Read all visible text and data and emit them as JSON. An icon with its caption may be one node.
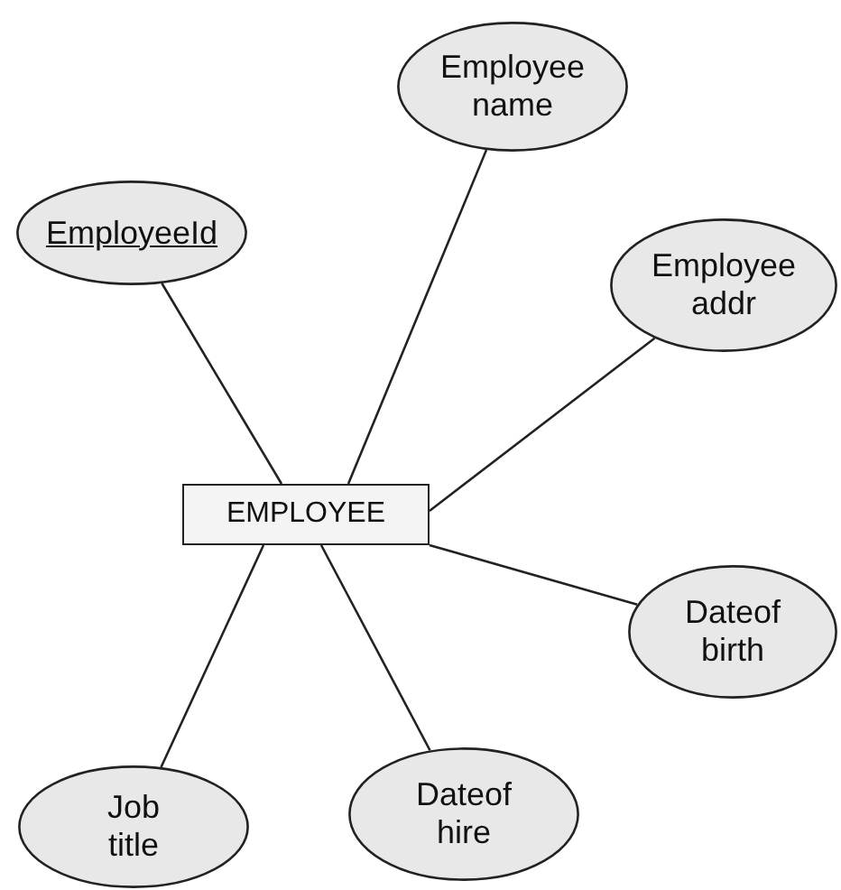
{
  "diagram": {
    "nodes": [
      {
        "text": [
          "Employee name"
        ]
      },
      {
        "text": [
          "EmployeeId"
        ]
      },
      {
        "text": [
          "Employee addr"
        ]
      },
      {
        "text": [
          "EMPLOYEE"
        ]
      },
      {
        "text": [
          "Dateof birth"
        ]
      },
      {
        "text": [
          "Dateof hire"
        ]
      },
      {
        "text": [
          "Job title"
        ]
      }
    ],
    "edges": [
      {
        "from": 3,
        "to": 0,
        "arrow": "none"
      },
      {
        "from": 3,
        "to": 1,
        "arrow": "none"
      },
      {
        "from": 3,
        "to": 2,
        "arrow": "none"
      },
      {
        "from": 3,
        "to": 4,
        "arrow": "none"
      },
      {
        "from": 3,
        "to": 5,
        "arrow": "none"
      },
      {
        "from": 3,
        "to": 6,
        "arrow": "none"
      }
    ]
  }
}
